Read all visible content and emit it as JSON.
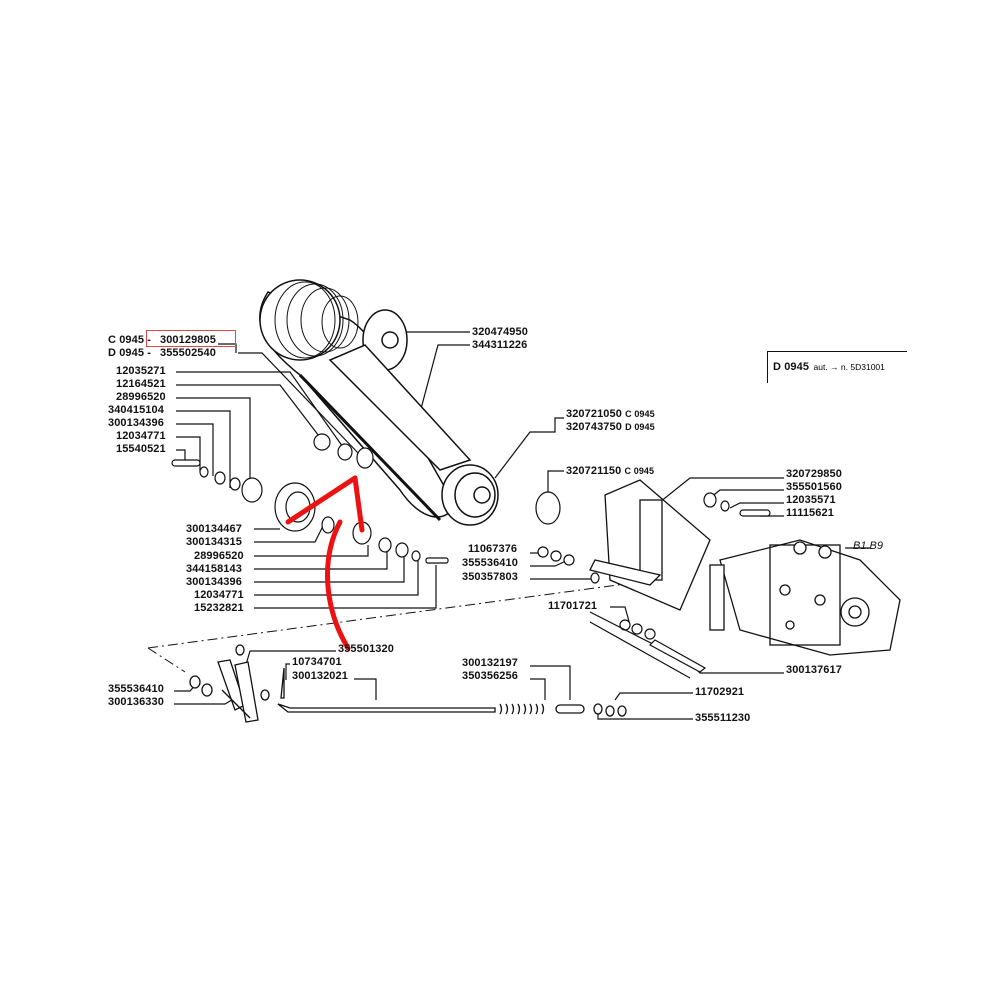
{
  "variant_box": {
    "model": "D 0945",
    "note": "aut. → n. 5D31001"
  },
  "pump_label": "B1.B9",
  "labels": {
    "c0945_main": {
      "prefix": "C 0945 -",
      "part": "300129805"
    },
    "d0945_main": {
      "prefix": "D 0945 -",
      "part": "355502540"
    },
    "left_upper": [
      "12035271",
      "12164521",
      "28996520",
      "340415104",
      "300134396",
      "12034771",
      "15540521"
    ],
    "left_middle": [
      "300134467",
      "300134315",
      "28996520",
      "344158143",
      "300134396",
      "12034771",
      "15232821"
    ],
    "belt": [
      "320474950",
      "344311226"
    ],
    "pulley": [
      {
        "part": "320721050",
        "variant": "C 0945"
      },
      {
        "part": "320743750",
        "variant": "D 0945"
      }
    ],
    "hub": {
      "part": "320721150",
      "variant": "C 0945"
    },
    "bracket": [
      "320729850",
      "355501560",
      "12035571",
      "11115621"
    ],
    "bracket_left": [
      "11067376",
      "355536410",
      "350357803"
    ],
    "nuts": "11701721",
    "stud": "300137617",
    "lever_top": "355501320",
    "pin": "10734701",
    "rod": "300132021",
    "lever_left": [
      "355536410",
      "300136330"
    ],
    "spring": [
      "300132197",
      "350356256"
    ],
    "end_nuts": [
      "11702921",
      "355511230"
    ]
  },
  "colors": {
    "highlight": "#e0484d",
    "arrow": "#ee1111",
    "ink": "#111111"
  }
}
